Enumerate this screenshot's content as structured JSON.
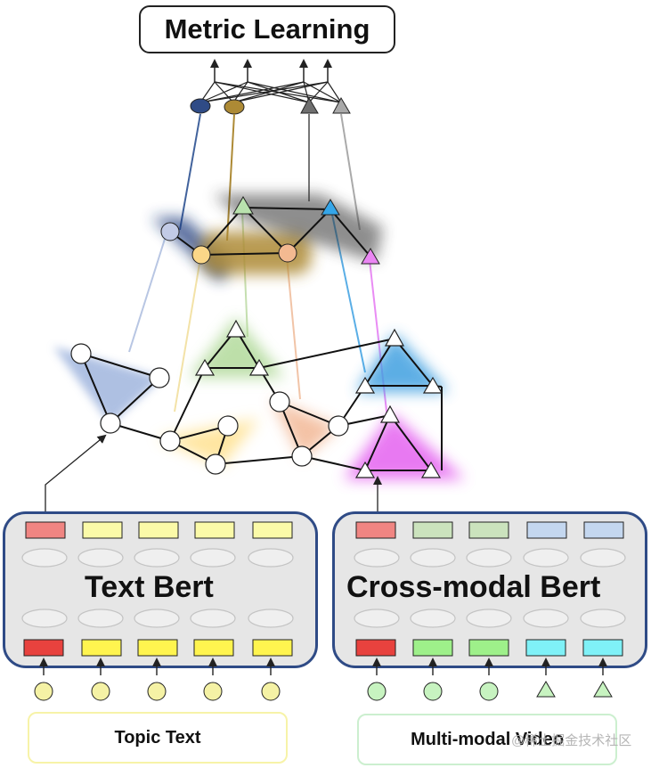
{
  "title": "Metric Learning",
  "models": {
    "left_label": "Text Bert",
    "right_label": "Cross-modal Bert"
  },
  "inputs": {
    "left_label": "Topic Text",
    "right_label": "Multi-modal Video"
  },
  "watermark": "@稀土掘金技术社区",
  "colors": {
    "bert_border": "#2f4b86",
    "bert_fill": "#e6e6e6",
    "token_red": "#e8423e",
    "token_yellow": "#fff44f",
    "token_green": "#9ef08a",
    "token_cyan": "#7ff1f7",
    "cluster_blue": "#8fa8d8",
    "cluster_green": "#a9d68f",
    "cluster_yellow": "#ffdf87",
    "cluster_peach": "#f2b592",
    "cluster_sky": "#3c9fe0",
    "cluster_magenta": "#e460f0"
  }
}
